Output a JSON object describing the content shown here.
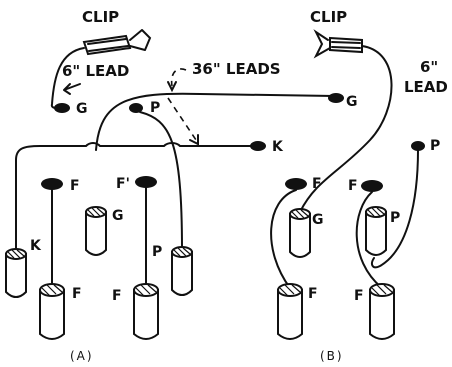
{
  "panel_a": {
    "clip_label": "CLIP",
    "short_lead_label": "6\" LEAD",
    "long_leads_label": "36\" LEADS",
    "terminal_g": "G",
    "terminal_p": "P",
    "terminal_g_right": "G",
    "terminal_k": "K",
    "socket_f_left": "F",
    "socket_f_right": "F'",
    "tube_g": "G",
    "tube_k": "K",
    "tube_p": "P",
    "tube_f_left": "F",
    "tube_f_right": "F",
    "caption": "(A)"
  },
  "panel_b": {
    "clip_label": "CLIP",
    "lead_label_1": "6\"",
    "lead_label_2": "LEAD",
    "terminal_p": "P",
    "socket_f_left": "F",
    "socket_f_right": "F",
    "tube_g": "G",
    "tube_p": "P",
    "tube_f_left": "F",
    "tube_f_right": "F",
    "caption": "(B)"
  }
}
